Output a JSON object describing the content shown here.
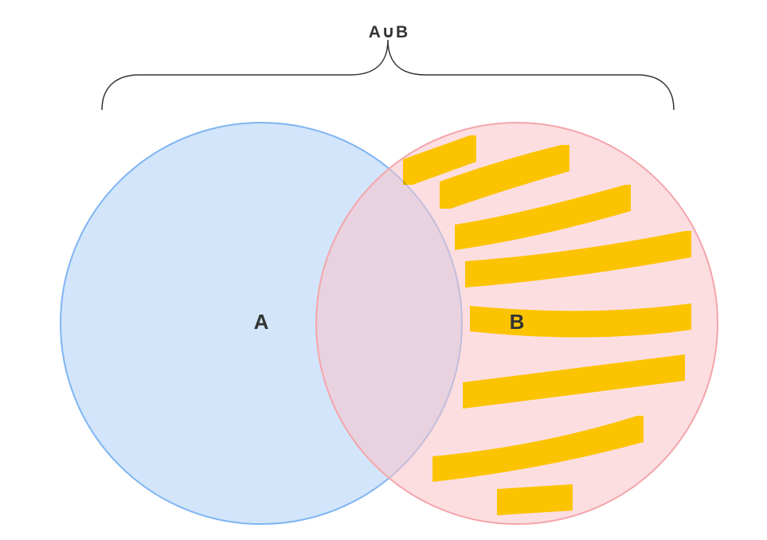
{
  "diagram": {
    "union_label": "A∪B",
    "set_a_label": "A",
    "set_b_label": "B",
    "colors": {
      "set_a_fill": "#d2e5fb",
      "set_a_stroke": "#7fb5f2",
      "set_b_fill": "#fcd9dc",
      "set_b_stroke": "#f4a5aa",
      "highlight": "#ffe100",
      "brace": "#333333"
    }
  }
}
